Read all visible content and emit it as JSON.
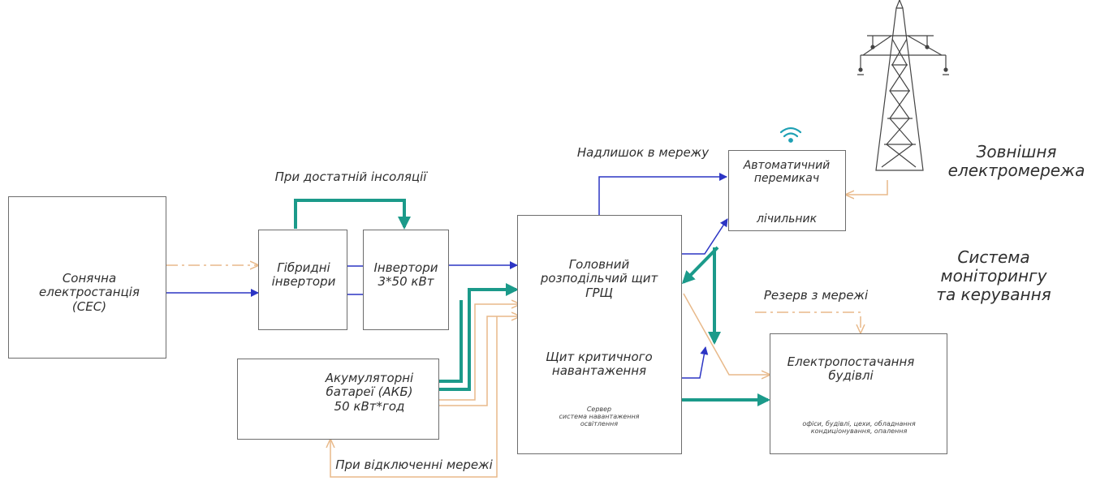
{
  "nodes": {
    "solar_plant": {
      "line1": "Сонячна",
      "line2": "електростанція",
      "line3": "(СЕС)"
    },
    "hybrid_inverters": {
      "line1": "Гібридні",
      "line2": "інвертори"
    },
    "inverters": {
      "line1": "Інвертори",
      "line2": "3*50 кВт"
    },
    "batteries": {
      "line1": "Акумуляторні",
      "line2": "батареї (АКБ)",
      "line3": "50 кВт*год"
    },
    "main_panel": {
      "line1": "Головний",
      "line2": "розподільчий щит",
      "line3": "ГРЩ",
      "critical_line1": "Щит критичного",
      "critical_line2": "навантаження",
      "note_line1": "Сервер",
      "note_line2": "система навантаження",
      "note_line3": "освітлення"
    },
    "auto_switch": {
      "line1": "Автоматичний",
      "line2": "перемикач",
      "meter": "лічильник"
    },
    "building_supply": {
      "line1": "Електропостачання",
      "line2": "будівлі",
      "note_line1": "офіси, будівлі, цехи, обладнання",
      "note_line2": "кондиціонування, опалення"
    }
  },
  "labels": {
    "sufficient_insolation": "При достатній інсоляції",
    "surplus_to_grid": "Надлишок в мережу",
    "grid_reserve": "Резерв з мережі",
    "grid_disconnected": "При відключенні мережі",
    "external_grid_line1": "Зовнішня",
    "external_grid_line2": "електромережа",
    "monitoring_line1": "Система",
    "monitoring_line2": "моніторингу",
    "monitoring_line3": "та керування"
  },
  "icons": {
    "sun": "sun-icon",
    "battery": "battery-icon",
    "wifi": "wifi-icon",
    "pylon": "power-pylon-icon"
  },
  "colors": {
    "power_line": "#2c35c4",
    "control_line": "#1b9a8a",
    "signal_line": "#e8b98a",
    "wifi": "#1ea0b4"
  }
}
